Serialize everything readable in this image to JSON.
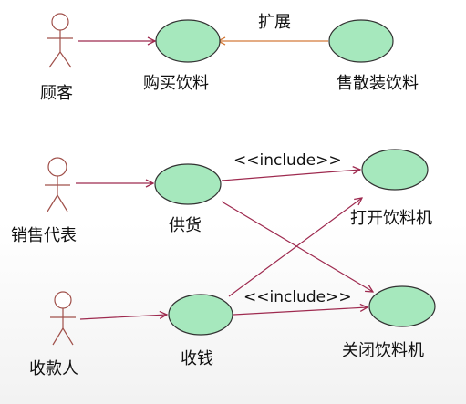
{
  "diagram": {
    "actors": [
      {
        "id": "customer",
        "label": "顾客"
      },
      {
        "id": "sales_rep",
        "label": "销售代表"
      },
      {
        "id": "cashier",
        "label": "收款人"
      }
    ],
    "use_cases": [
      {
        "id": "buy_drink",
        "label": "购买饮料"
      },
      {
        "id": "sell_bulk_drink",
        "label": "售散装饮料"
      },
      {
        "id": "supply",
        "label": "供货"
      },
      {
        "id": "open_machine",
        "label": "打开饮料机"
      },
      {
        "id": "collect_money",
        "label": "收钱"
      },
      {
        "id": "close_machine",
        "label": "关闭饮料机"
      }
    ],
    "relations": [
      {
        "from": "customer",
        "to": "buy_drink",
        "type": "association",
        "label": ""
      },
      {
        "from": "sell_bulk_drink",
        "to": "buy_drink",
        "type": "extend",
        "label": "扩展"
      },
      {
        "from": "sales_rep",
        "to": "supply",
        "type": "association",
        "label": ""
      },
      {
        "from": "supply",
        "to": "open_machine",
        "type": "include",
        "label": "<<include>>"
      },
      {
        "from": "supply",
        "to": "close_machine",
        "type": "include",
        "label": ""
      },
      {
        "from": "cashier",
        "to": "collect_money",
        "type": "association",
        "label": ""
      },
      {
        "from": "collect_money",
        "to": "open_machine",
        "type": "include",
        "label": ""
      },
      {
        "from": "collect_money",
        "to": "close_machine",
        "type": "include",
        "label": "<<include>>"
      }
    ],
    "colors": {
      "use_case_fill": "#a6e8bd",
      "use_case_stroke": "#333333",
      "actor_stroke": "#a0504a",
      "association_line": "#9e2a4f",
      "extend_line": "#d47a3a"
    }
  }
}
